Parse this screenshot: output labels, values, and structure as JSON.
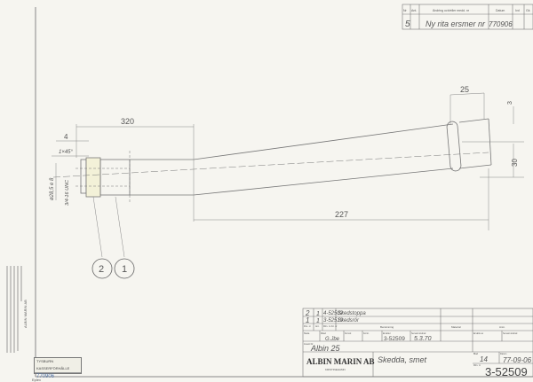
{
  "revision_table": {
    "headers": [
      "Nr",
      "Ant.",
      "Ändring och/eller medd. nr",
      "Datum",
      "Ivd",
      "Gk"
    ],
    "rows": [
      {
        "nr": "5",
        "text": "Ny rita ersmer nr",
        "date": "770906"
      }
    ]
  },
  "drawing": {
    "dimensions": {
      "overall": "320",
      "shoulder": "4",
      "chamfer": "1×45°",
      "diameter": "ø28,5 e 8",
      "thread": "3/4-16 UNC",
      "end_length": "25",
      "end_offset": "3",
      "end_height": "30",
      "bend_length": "227"
    },
    "balloons": [
      "2",
      "1"
    ]
  },
  "parts_list": {
    "rows": [
      {
        "pos": "2",
        "qty": "1",
        "art": "4-52502",
        "name": "Skedstoppa"
      },
      {
        "pos": "1",
        "qty": "1",
        "art": "3-52510",
        "name": "Skedsrör"
      }
    ],
    "headers": [
      "Pos. nr",
      "Ant.",
      "Ritn. nr Art. nr",
      "Benämning",
      "Material",
      "Anm."
    ]
  },
  "title_block": {
    "labels": {
      "scale": "Skala",
      "drawn": "Ritad",
      "constr": "Konstr.",
      "check": "Kontr.",
      "replaces": "Ersätter",
      "last_changed": "Senast ändrad",
      "replaced_by": "Ersätts av",
      "app": "Avsett för",
      "sheet": "Blad",
      "date": "Datum",
      "drawing_no": "Ritn. nr"
    },
    "drawn_by": "G.Jbe",
    "replaces": "3-52509",
    "last_changed": "5.3.70",
    "intended_for": "Albin 25",
    "company": "ALBIN MARIN AB",
    "city": "KRISTINEHAMN",
    "title": "Skedda, smet",
    "sheet": "14",
    "date": "77-09-06",
    "drawing_number": "3-52509"
  },
  "margin": {
    "company": "ALBIN MARIN AB",
    "stamp_label": "TYSBURN KASSERFÖRHÅLLE",
    "stamp_value": "770906",
    "corner": "Eplex"
  }
}
